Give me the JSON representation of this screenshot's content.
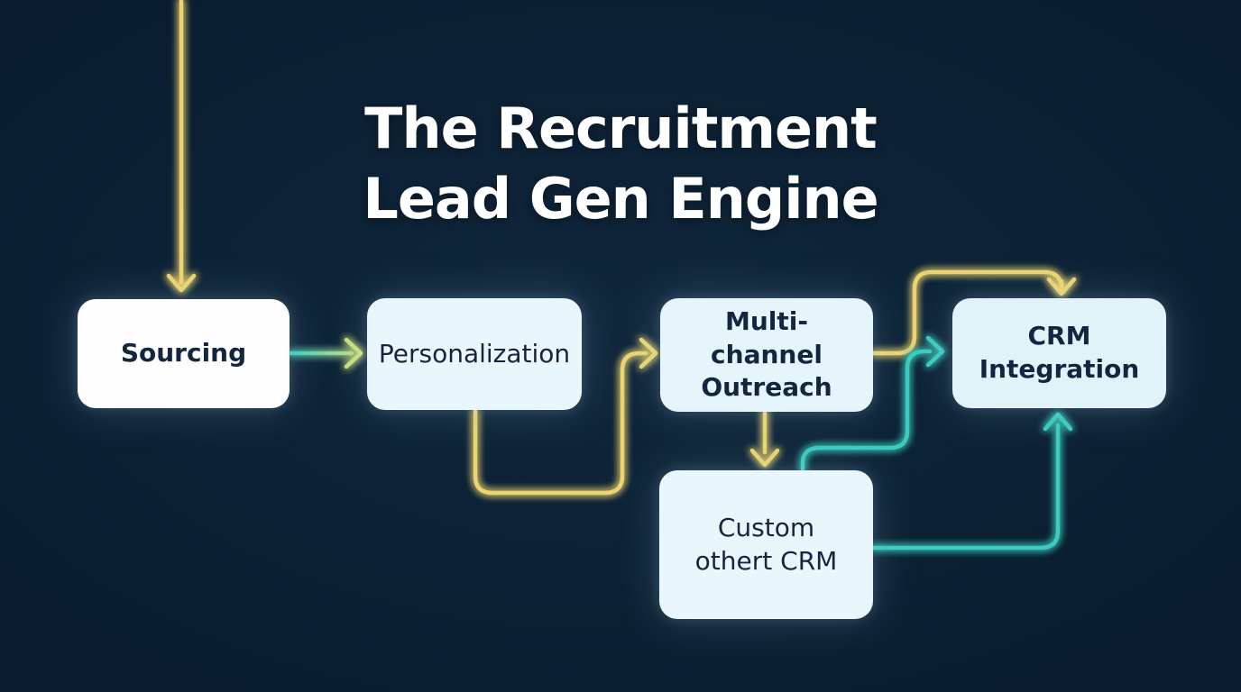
{
  "title": {
    "line1": "The Recruitment",
    "line2": "Lead Gen Engine"
  },
  "nodes": {
    "sourcing": {
      "label": "Sourcing"
    },
    "personalization": {
      "label": "Personalization"
    },
    "multichannel": {
      "label": "Multi-channel Outreach"
    },
    "crm": {
      "label": "CRM Integration"
    },
    "customcrm": {
      "label": "Custom othert CRM"
    }
  },
  "edges": [
    {
      "from": "top-of-page",
      "to": "sourcing",
      "color_key": "yellow"
    },
    {
      "from": "sourcing",
      "to": "personalization",
      "color_key": "teal_to_green"
    },
    {
      "from": "personalization",
      "to": "multichannel",
      "color_key": "yellow"
    },
    {
      "from": "multichannel",
      "to": "crm (top)",
      "color_key": "yellow"
    },
    {
      "from": "multichannel",
      "to": "customcrm",
      "color_key": "yellow"
    },
    {
      "from": "customcrm (top)",
      "to": "crm (left)",
      "color_key": "teal"
    },
    {
      "from": "customcrm (right)",
      "to": "crm (bottom)",
      "color_key": "teal"
    }
  ],
  "colors": {
    "yellow": "#ecd46f",
    "teal": "#3bccbe",
    "yellow_green": "#cbdf7d",
    "background": "#0c2134",
    "node_fill": "#e6f5fb",
    "node_fill_bright": "#fefeff",
    "node_text": "#13263f",
    "title_text": "#ffffff"
  }
}
